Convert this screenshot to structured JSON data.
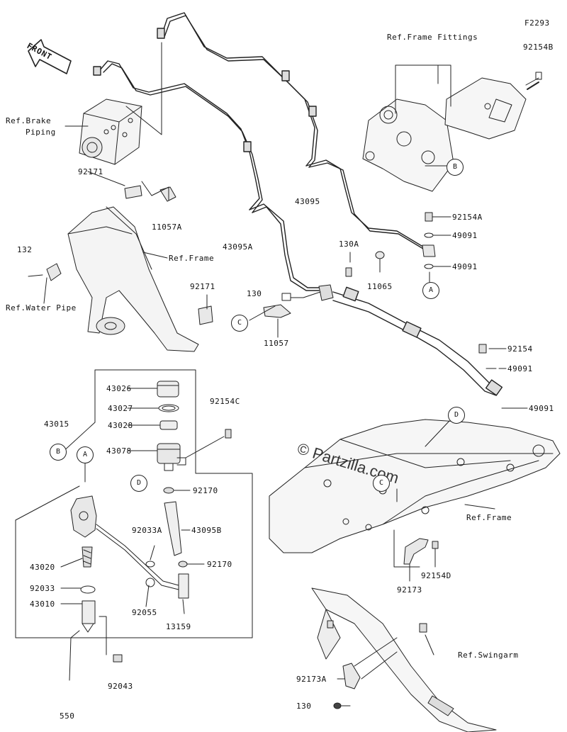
{
  "diagram": {
    "code": "F2293",
    "front_label": "FRONT",
    "watermark": "© Partzilla.com",
    "callouts": {
      "A": "A",
      "B": "B",
      "C": "C",
      "D": "D"
    },
    "reference_labels": {
      "brake_piping": "Ref.Brake",
      "brake_piping_2": "Piping",
      "frame_fittings": "Ref.Frame Fittings",
      "frame_left": "Ref.Frame",
      "frame_right": "Ref.Frame",
      "water_pipe": "Ref.Water Pipe",
      "swingarm": "Ref.Swingarm"
    },
    "part_numbers": {
      "p92154B": "92154B",
      "p92171_top": "92171",
      "p11057A": "11057A",
      "p43095": "43095",
      "p92154A": "92154A",
      "p49091_a": "49091",
      "p49091_b": "49091",
      "p132": "132",
      "p43095A": "43095A",
      "p130A": "130A",
      "p11065": "11065",
      "p130": "130",
      "p92171_mid": "92171",
      "p11057": "11057",
      "p92154": "92154",
      "p49091_c": "49091",
      "p49091_d": "49091",
      "p43026": "43026",
      "p43015": "43015",
      "p43027": "43027",
      "p43028": "43028",
      "p92154C": "92154C",
      "p43078": "43078",
      "p92170_a": "92170",
      "p92033A": "92033A",
      "p43095B": "43095B",
      "p92170_b": "92170",
      "p43020": "43020",
      "p92033": "92033",
      "p43010": "43010",
      "p92055": "92055",
      "p13159": "13159",
      "p92043": "92043",
      "p550": "550",
      "p92154D": "92154D",
      "p92173": "92173",
      "p92173A": "92173A",
      "p130_bottom": "130"
    }
  }
}
